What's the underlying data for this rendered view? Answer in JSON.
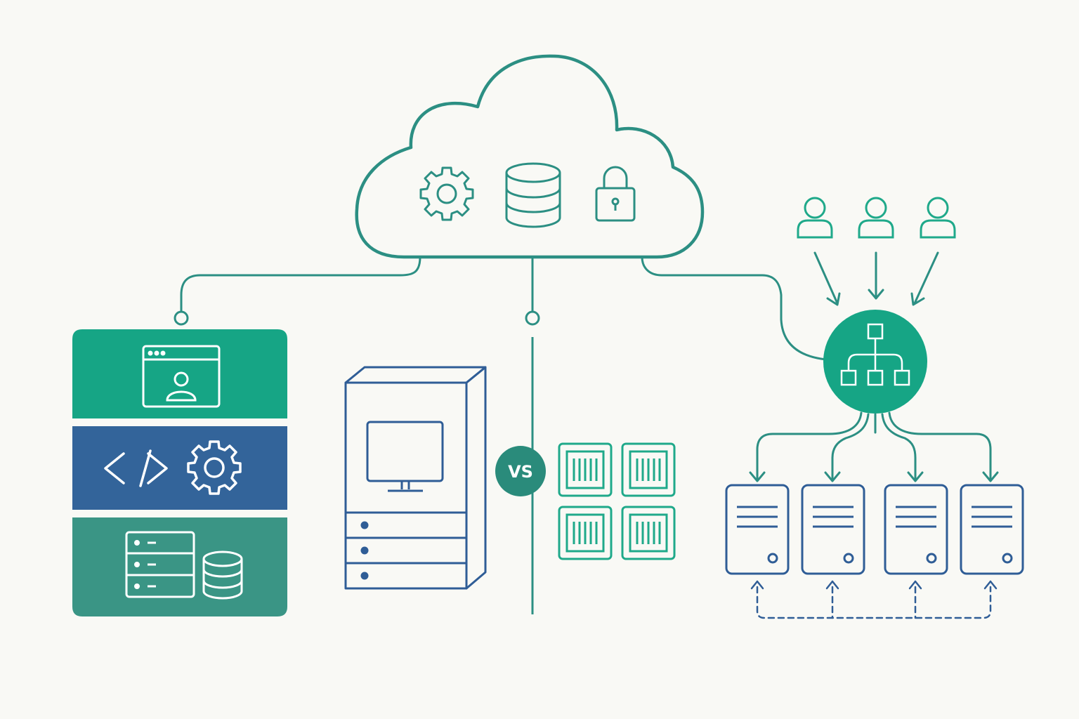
{
  "vs_label": "VS",
  "colors": {
    "background": "#f9f9f5",
    "cloud_stroke": "#2c8f83",
    "connector": "#2c8f83",
    "stack_frontend": "#16a585",
    "stack_backend": "#33649a",
    "stack_data": "#3a9585",
    "server_stroke": "#2f5d96",
    "container_stroke": "#1fa98a",
    "load_balancer_fill": "#16a585",
    "vs_badge_fill": "#2a8b7b"
  },
  "icons": {
    "cloud": [
      "gear-icon",
      "database-icon",
      "lock-icon"
    ],
    "stack_layers": [
      "browser-user-icon",
      "code-brackets-icon",
      "gear-icon",
      "server-rack-icon",
      "database-icon"
    ],
    "users": [
      "user-icon",
      "user-icon",
      "user-icon"
    ],
    "load_balancer": "hierarchy-icon"
  },
  "counts": {
    "containers": 4,
    "cluster_servers": 4,
    "users": 3
  }
}
